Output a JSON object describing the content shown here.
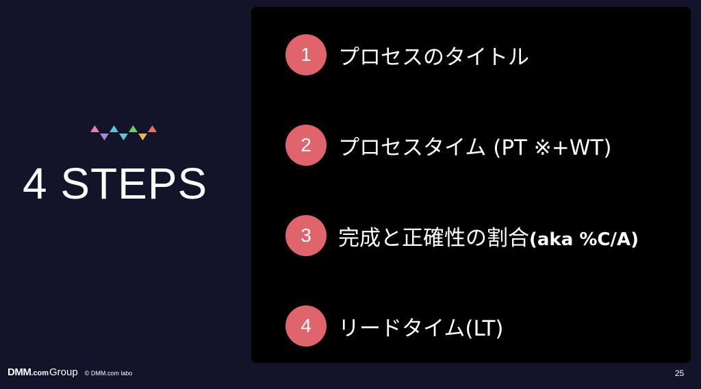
{
  "slide": {
    "title": "4 STEPS",
    "steps": [
      {
        "number": "1",
        "label": "プロセスのタイトル",
        "label_small": ""
      },
      {
        "number": "2",
        "label": "プロセスタイム (PT ※+WT)",
        "label_small": ""
      },
      {
        "number": "3",
        "label": "完成と正確性の割合",
        "label_small": "(aka %C/A)"
      },
      {
        "number": "4",
        "label": "リードタイム(LT)",
        "label_small": ""
      }
    ],
    "decor_triangle_colors": [
      "#e87fa6",
      "#a48ad6",
      "#5cc7d6",
      "#6bcf6b",
      "#f1b34c",
      "#e8735f"
    ],
    "step_circle_color": "#e0646b",
    "panel_color": "#000000",
    "background_color": "#13132a"
  },
  "footer": {
    "brand_dmm": "DMM",
    "brand_com": ".com",
    "brand_group": "Group",
    "copyright": "© DMM.com labo",
    "page_number": "25"
  }
}
